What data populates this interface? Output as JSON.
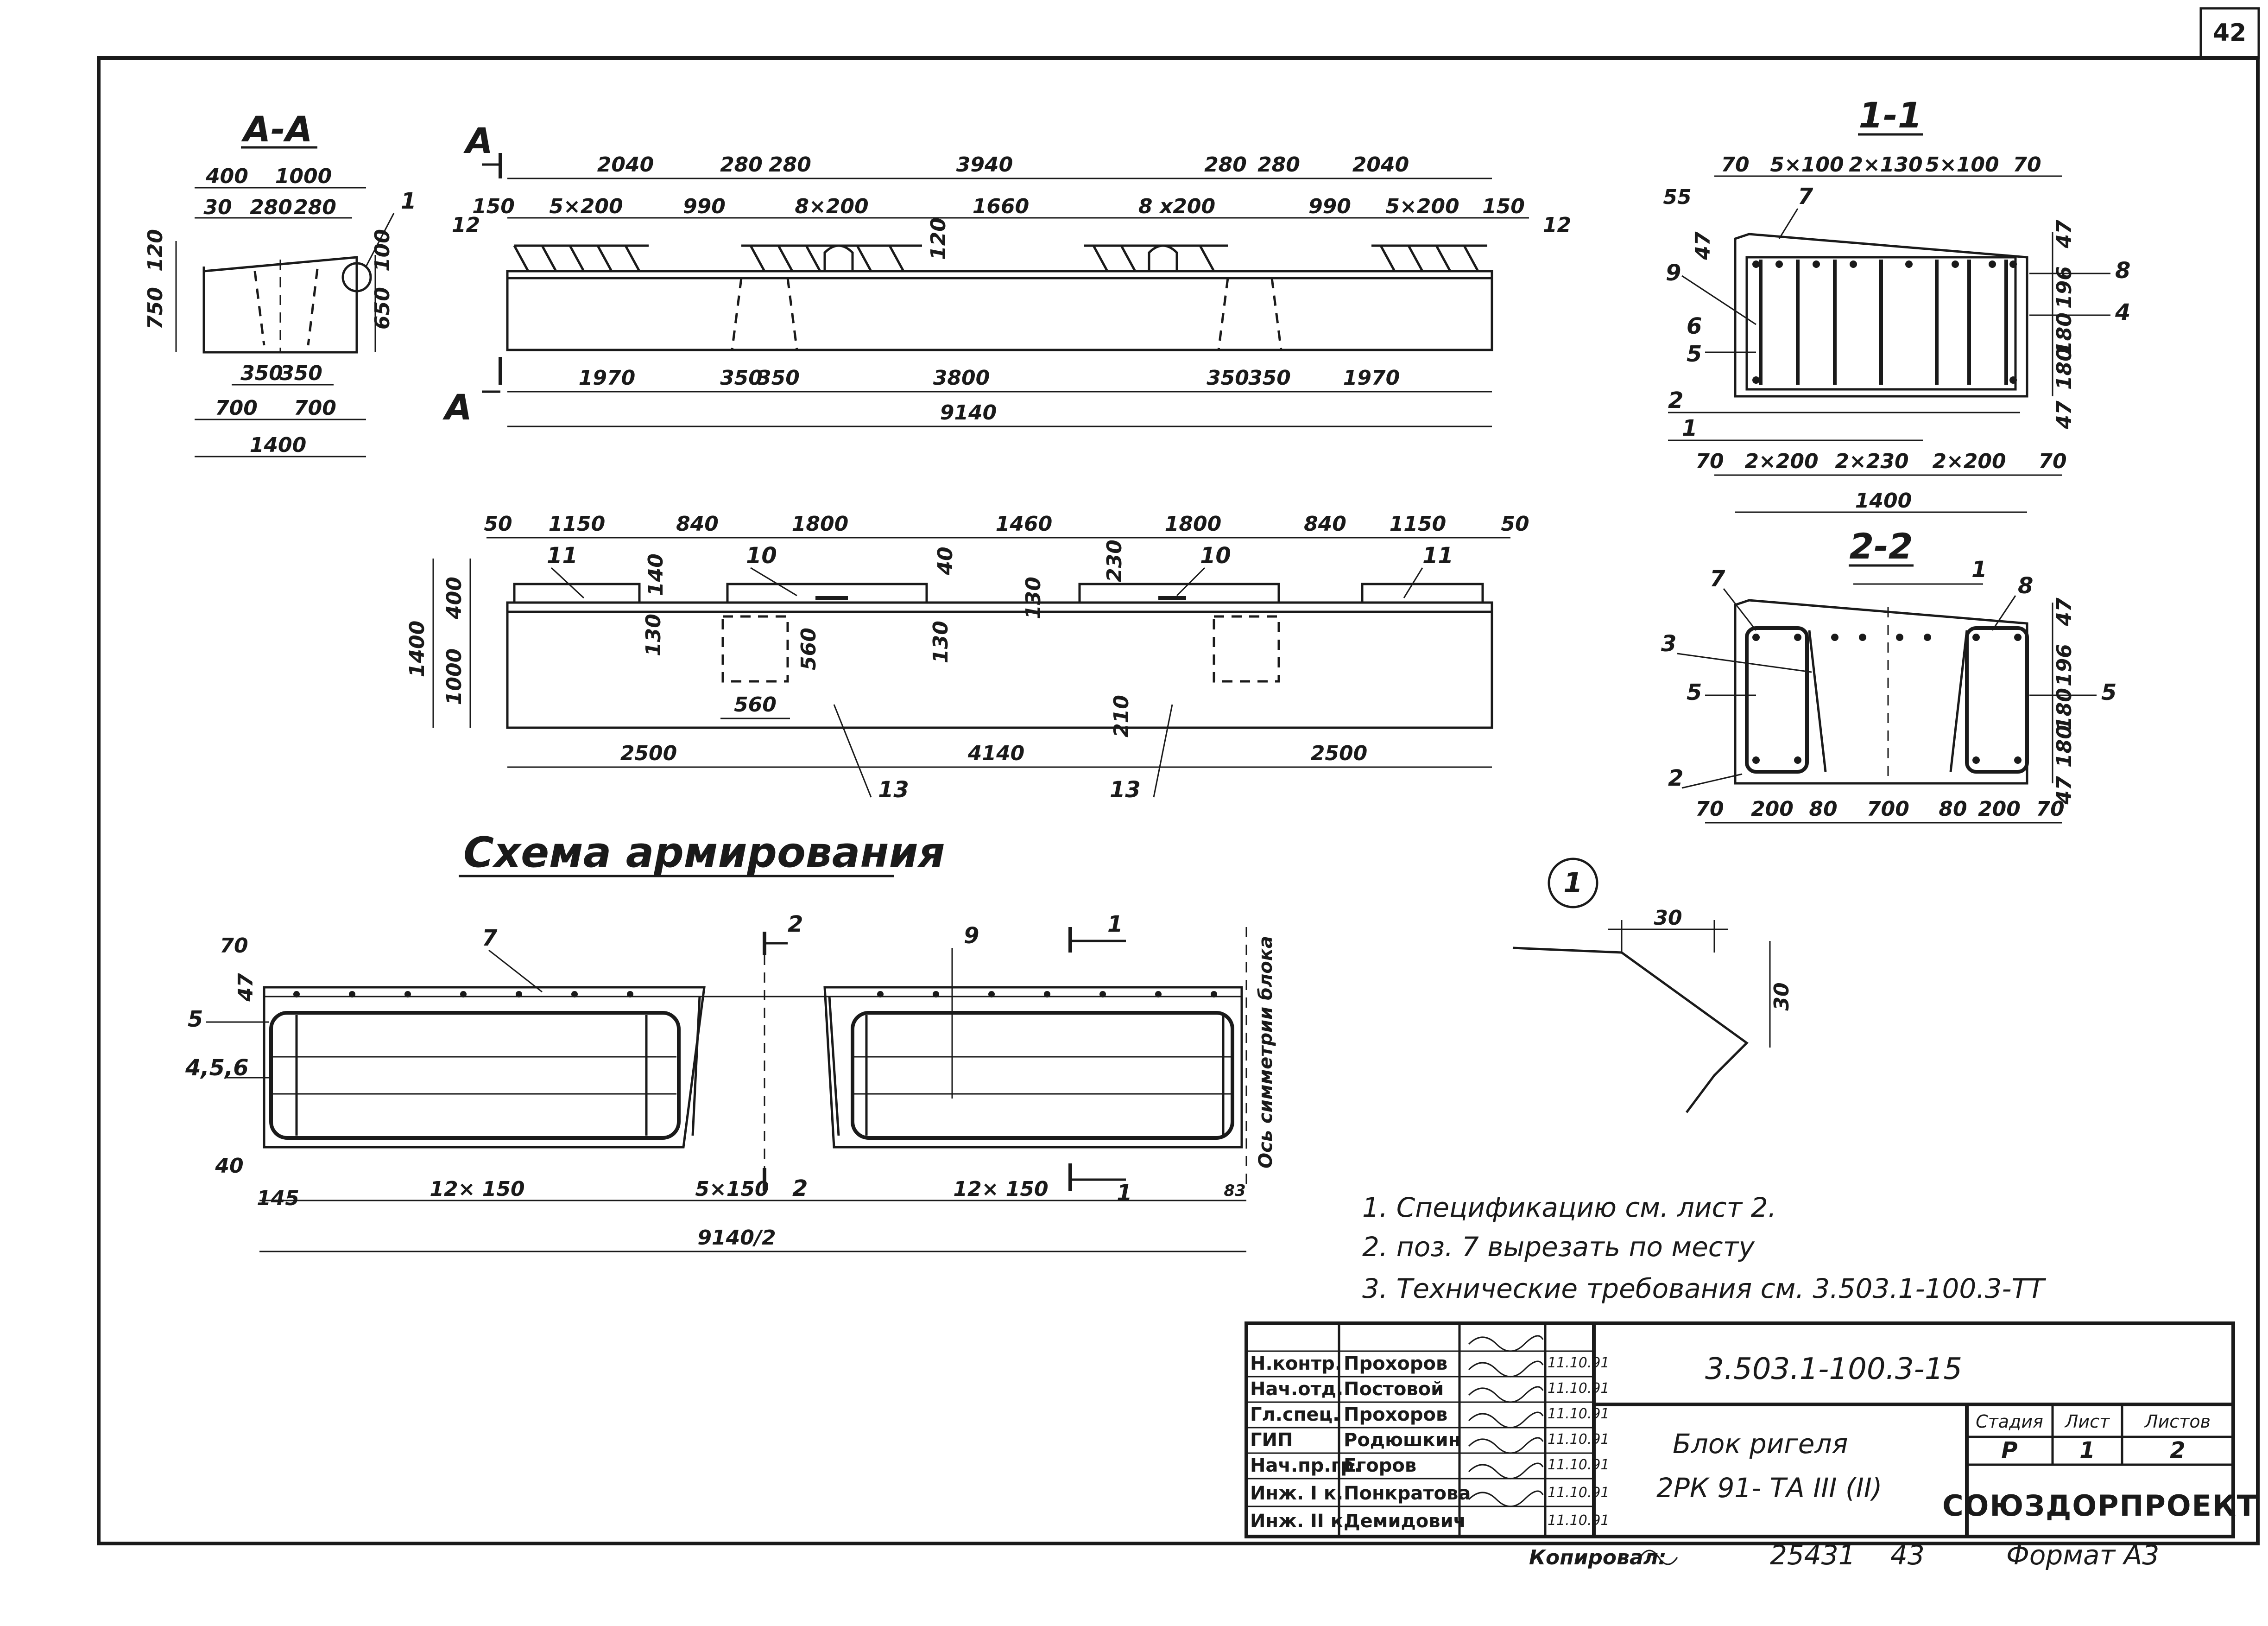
{
  "sheet_number": "42",
  "section_aa": {
    "title": "А-А",
    "dims_top": [
      "400",
      "1000"
    ],
    "dims_top2": [
      "30",
      "280",
      "280"
    ],
    "dims_left": [
      "120",
      "750"
    ],
    "dims_right": [
      "100",
      "650"
    ],
    "dims_bottom1": [
      "350",
      "350"
    ],
    "dims_bottom2": [
      "700",
      "700"
    ],
    "dims_total": "1400",
    "callout": "1"
  },
  "elevation": {
    "cut_label": "А",
    "dims_top": [
      "2040",
      "280",
      "280",
      "3940",
      "280",
      "280",
      "2040"
    ],
    "dims_second": [
      "150",
      "5×200",
      "990",
      "8×200",
      "1660",
      "8 х200",
      "990",
      "5×200",
      "150"
    ],
    "end_mark": "12",
    "side_dim": "120",
    "dims_bottom": [
      "1970",
      "350",
      "350",
      "3800",
      "350",
      "350",
      "1970"
    ],
    "dims_total": "9140"
  },
  "plan": {
    "dims_top": [
      "50",
      "1150",
      "840",
      "1800",
      "1460",
      "1800",
      "840",
      "1150",
      "50"
    ],
    "left_dims": [
      "1400",
      "400",
      "1000"
    ],
    "inner_dims": [
      "140",
      "40",
      "230",
      "130",
      "130",
      "560",
      "560",
      "130",
      "210"
    ],
    "marks": [
      "11",
      "10",
      "10",
      "11"
    ],
    "dims_bottom": [
      "2500",
      "4140",
      "2500"
    ],
    "callouts": [
      "13",
      "13"
    ]
  },
  "section_11": {
    "title": "1-1",
    "dims_top": [
      "70",
      "5×100",
      "2×130",
      "5×100",
      "70"
    ],
    "dims_bottom": [
      "70",
      "2×200",
      "2×230",
      "2×200",
      "70"
    ],
    "dims_total": "1400",
    "dims_left": [
      "55",
      "47"
    ],
    "dims_right": [
      "47",
      "196",
      "180",
      "180",
      "47"
    ],
    "marks_left": [
      "7",
      "9",
      "6",
      "5",
      "2",
      "1"
    ],
    "marks_right": [
      "8",
      "4"
    ]
  },
  "section_22": {
    "title": "2-2",
    "dims_bottom": [
      "70",
      "200",
      "80",
      "700",
      "80",
      "200",
      "70"
    ],
    "dims_right": [
      "47",
      "196",
      "180",
      "180",
      "47"
    ],
    "marks_left": [
      "7",
      "3",
      "5",
      "2"
    ],
    "marks_right": [
      "1",
      "8",
      "5"
    ]
  },
  "reinforcement": {
    "title": "Схема армирования",
    "dims_left": [
      "70",
      "47",
      "40"
    ],
    "marks": [
      "5",
      "4,5,6",
      "7",
      "2",
      "9",
      "1"
    ],
    "dims_bottom": [
      "145",
      "12× 150",
      "5×150",
      "12× 150",
      "83"
    ],
    "cut_marks": [
      "2",
      "2",
      "1",
      "1"
    ],
    "dims_total": "9140/2",
    "axis_label": "Ось симметрии блока"
  },
  "detail_1": {
    "callout": "1",
    "dim_h": "30",
    "dim_v": "30"
  },
  "notes": [
    "1. Спецификацию см. лист 2.",
    "2. поз. 7 вырезать по месту",
    "3. Технические требования см. 3.503.1-100.3-ТТ"
  ],
  "title_block": {
    "roles": [
      "Н.контр.",
      "Нач.отд.",
      "Гл.спец.",
      "ГИП",
      "Нач.пр.гр.",
      "Инж. I к.",
      "Инж. II к."
    ],
    "names": [
      "Прохоров",
      "Постовой",
      "Прохоров",
      "Родюшкин",
      "Егоров",
      "Понкратова",
      "Демидович"
    ],
    "dates": [
      "11.10.91",
      "11.10.91",
      "11.10.91",
      "11.10.91",
      "11.10.91",
      "11.10.91",
      "11.10.91"
    ],
    "doc_code": "3.503.1-100.3-15",
    "name_line1": "Блок ригеля",
    "name_line2": "2РК 91- ТА III (II)",
    "stage_header": "Стадия",
    "sheet_header": "Лист",
    "sheets_header": "Листов",
    "stage": "Р",
    "sheet": "1",
    "sheets": "2",
    "organization": "СОЮЗДОРПРОЕКТ"
  },
  "footer": {
    "copied": "Копировал:",
    "inventory": "25431",
    "inventory_sheet": "43",
    "format": "Формат А3"
  }
}
